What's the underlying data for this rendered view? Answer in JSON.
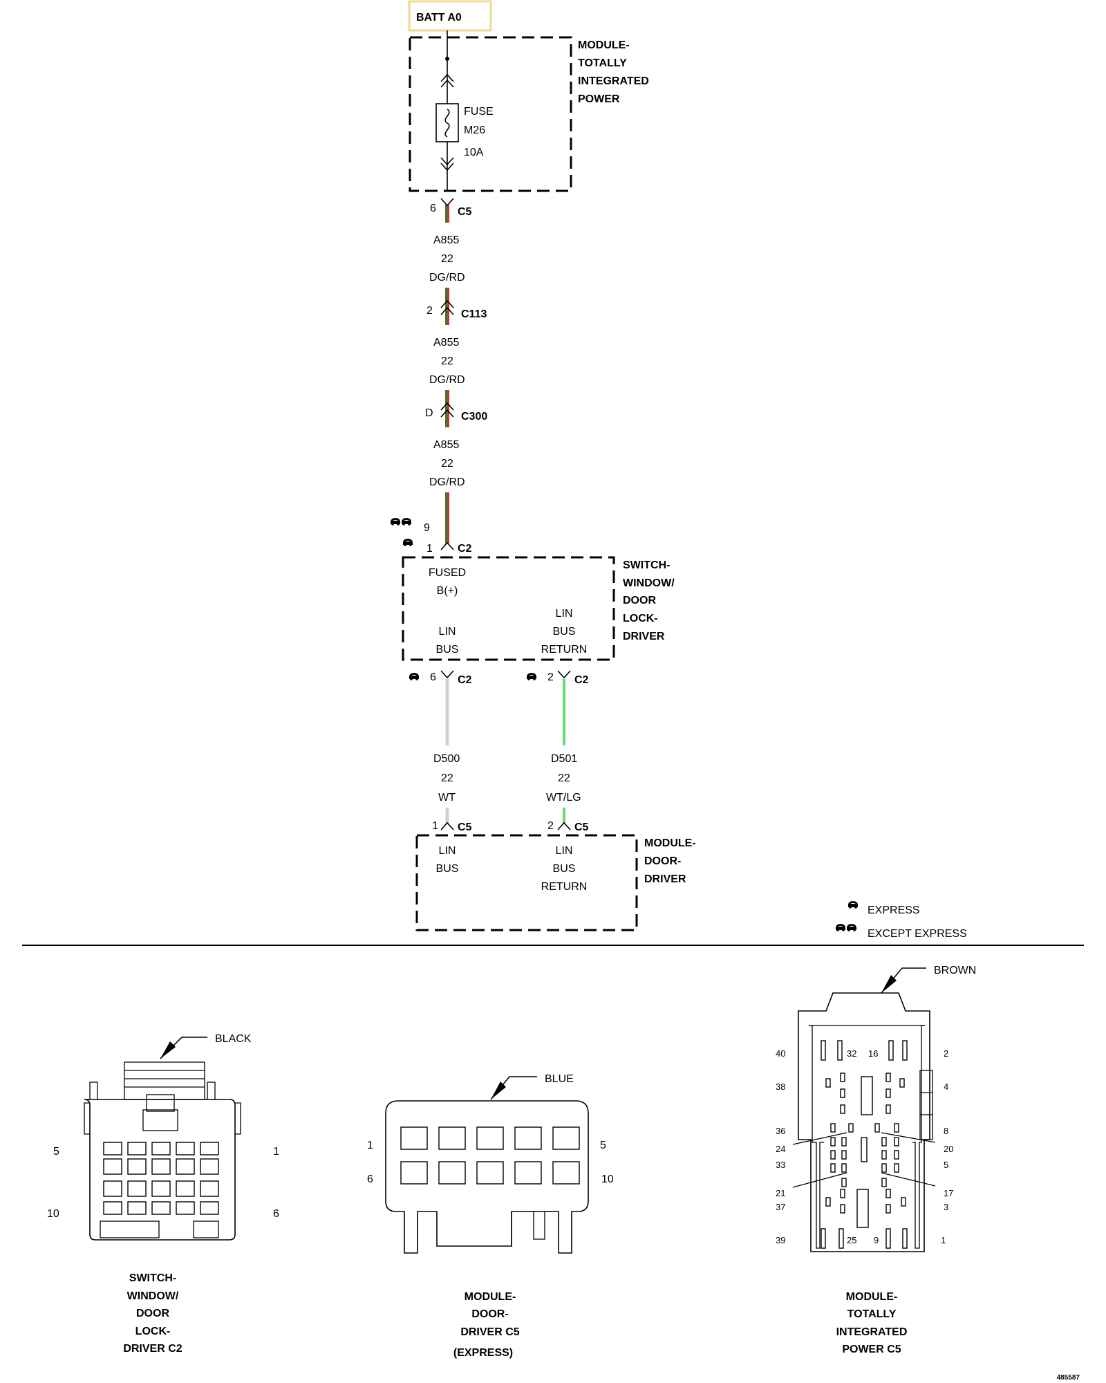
{
  "source": {
    "label": "BATT A0"
  },
  "tipm": {
    "title": [
      "MODULE-",
      "TOTALLY",
      "INTEGRATED",
      "POWER"
    ],
    "fuse": [
      "FUSE",
      "M26",
      "10A"
    ],
    "out_pin": "6",
    "out_connector": "C5"
  },
  "wire_segments": [
    {
      "circuit": "A855",
      "gauge": "22",
      "color_code": "DG/RD"
    },
    {
      "circuit": "A855",
      "gauge": "22",
      "color_code": "DG/RD"
    },
    {
      "circuit": "A855",
      "gauge": "22",
      "color_code": "DG/RD"
    }
  ],
  "inline_connectors": [
    {
      "pin": "2",
      "name": "C113"
    },
    {
      "pin": "D",
      "name": "C300"
    }
  ],
  "switch": {
    "title": [
      "SWITCH-",
      "WINDOW/",
      "DOOR",
      "LOCK-",
      "DRIVER"
    ],
    "in_pin_except_express": "9",
    "in_pin_express": "1",
    "in_connector": "C2",
    "pins": {
      "fused": [
        "FUSED",
        "B(+)"
      ],
      "lin_bus": [
        "LIN",
        "BUS"
      ],
      "lin_bus_return": [
        "LIN",
        "BUS",
        "RETURN"
      ]
    },
    "out_left_pin": "6",
    "out_left_connector": "C2",
    "out_right_pin": "2",
    "out_right_connector": "C2"
  },
  "lin_wires": [
    {
      "circuit": "D500",
      "gauge": "22",
      "color_code": "WT"
    },
    {
      "circuit": "D501",
      "gauge": "22",
      "color_code": "WT/LG"
    }
  ],
  "door_module": {
    "title": [
      "MODULE-",
      "DOOR-",
      "DRIVER"
    ],
    "in_left_pin": "1",
    "in_left_connector": "C5",
    "in_right_pin": "2",
    "in_right_connector": "C5",
    "pins": {
      "lin_bus": [
        "LIN",
        "BUS"
      ],
      "lin_bus_return": [
        "LIN",
        "BUS",
        "RETURN"
      ]
    }
  },
  "legend": {
    "express": "EXPRESS",
    "except_express": "EXCEPT EXPRESS"
  },
  "connector_views": [
    {
      "color": "BLACK",
      "pin_labels": [
        "5",
        "1",
        "10",
        "6"
      ],
      "title": [
        "SWITCH-",
        "WINDOW/",
        "DOOR",
        "LOCK-",
        "DRIVER C2"
      ]
    },
    {
      "color": "BLUE",
      "pin_labels": [
        "1",
        "5",
        "6",
        "10"
      ],
      "title": [
        "MODULE-",
        "DOOR-",
        "DRIVER C5",
        "(EXPRESS)"
      ]
    },
    {
      "color": "BROWN",
      "pin_labels": [
        "40",
        "32",
        "16",
        "2",
        "38",
        "4",
        "36",
        "8",
        "24",
        "20",
        "33",
        "5",
        "21",
        "17",
        "37",
        "3",
        "39",
        "25",
        "9",
        "1"
      ],
      "title": [
        "MODULE-",
        "TOTALLY",
        "INTEGRATED",
        "POWER C5"
      ]
    }
  ],
  "figure_id": "485587",
  "colors": {
    "dark_green": "#2e7d32",
    "red": "#d32f2f",
    "white_wire": "#d0d0d0",
    "light_green": "#66dd66",
    "source_box_border": "#f0d890"
  },
  "icons": {
    "express": "car-icon",
    "except_express": "double-car-icon"
  }
}
